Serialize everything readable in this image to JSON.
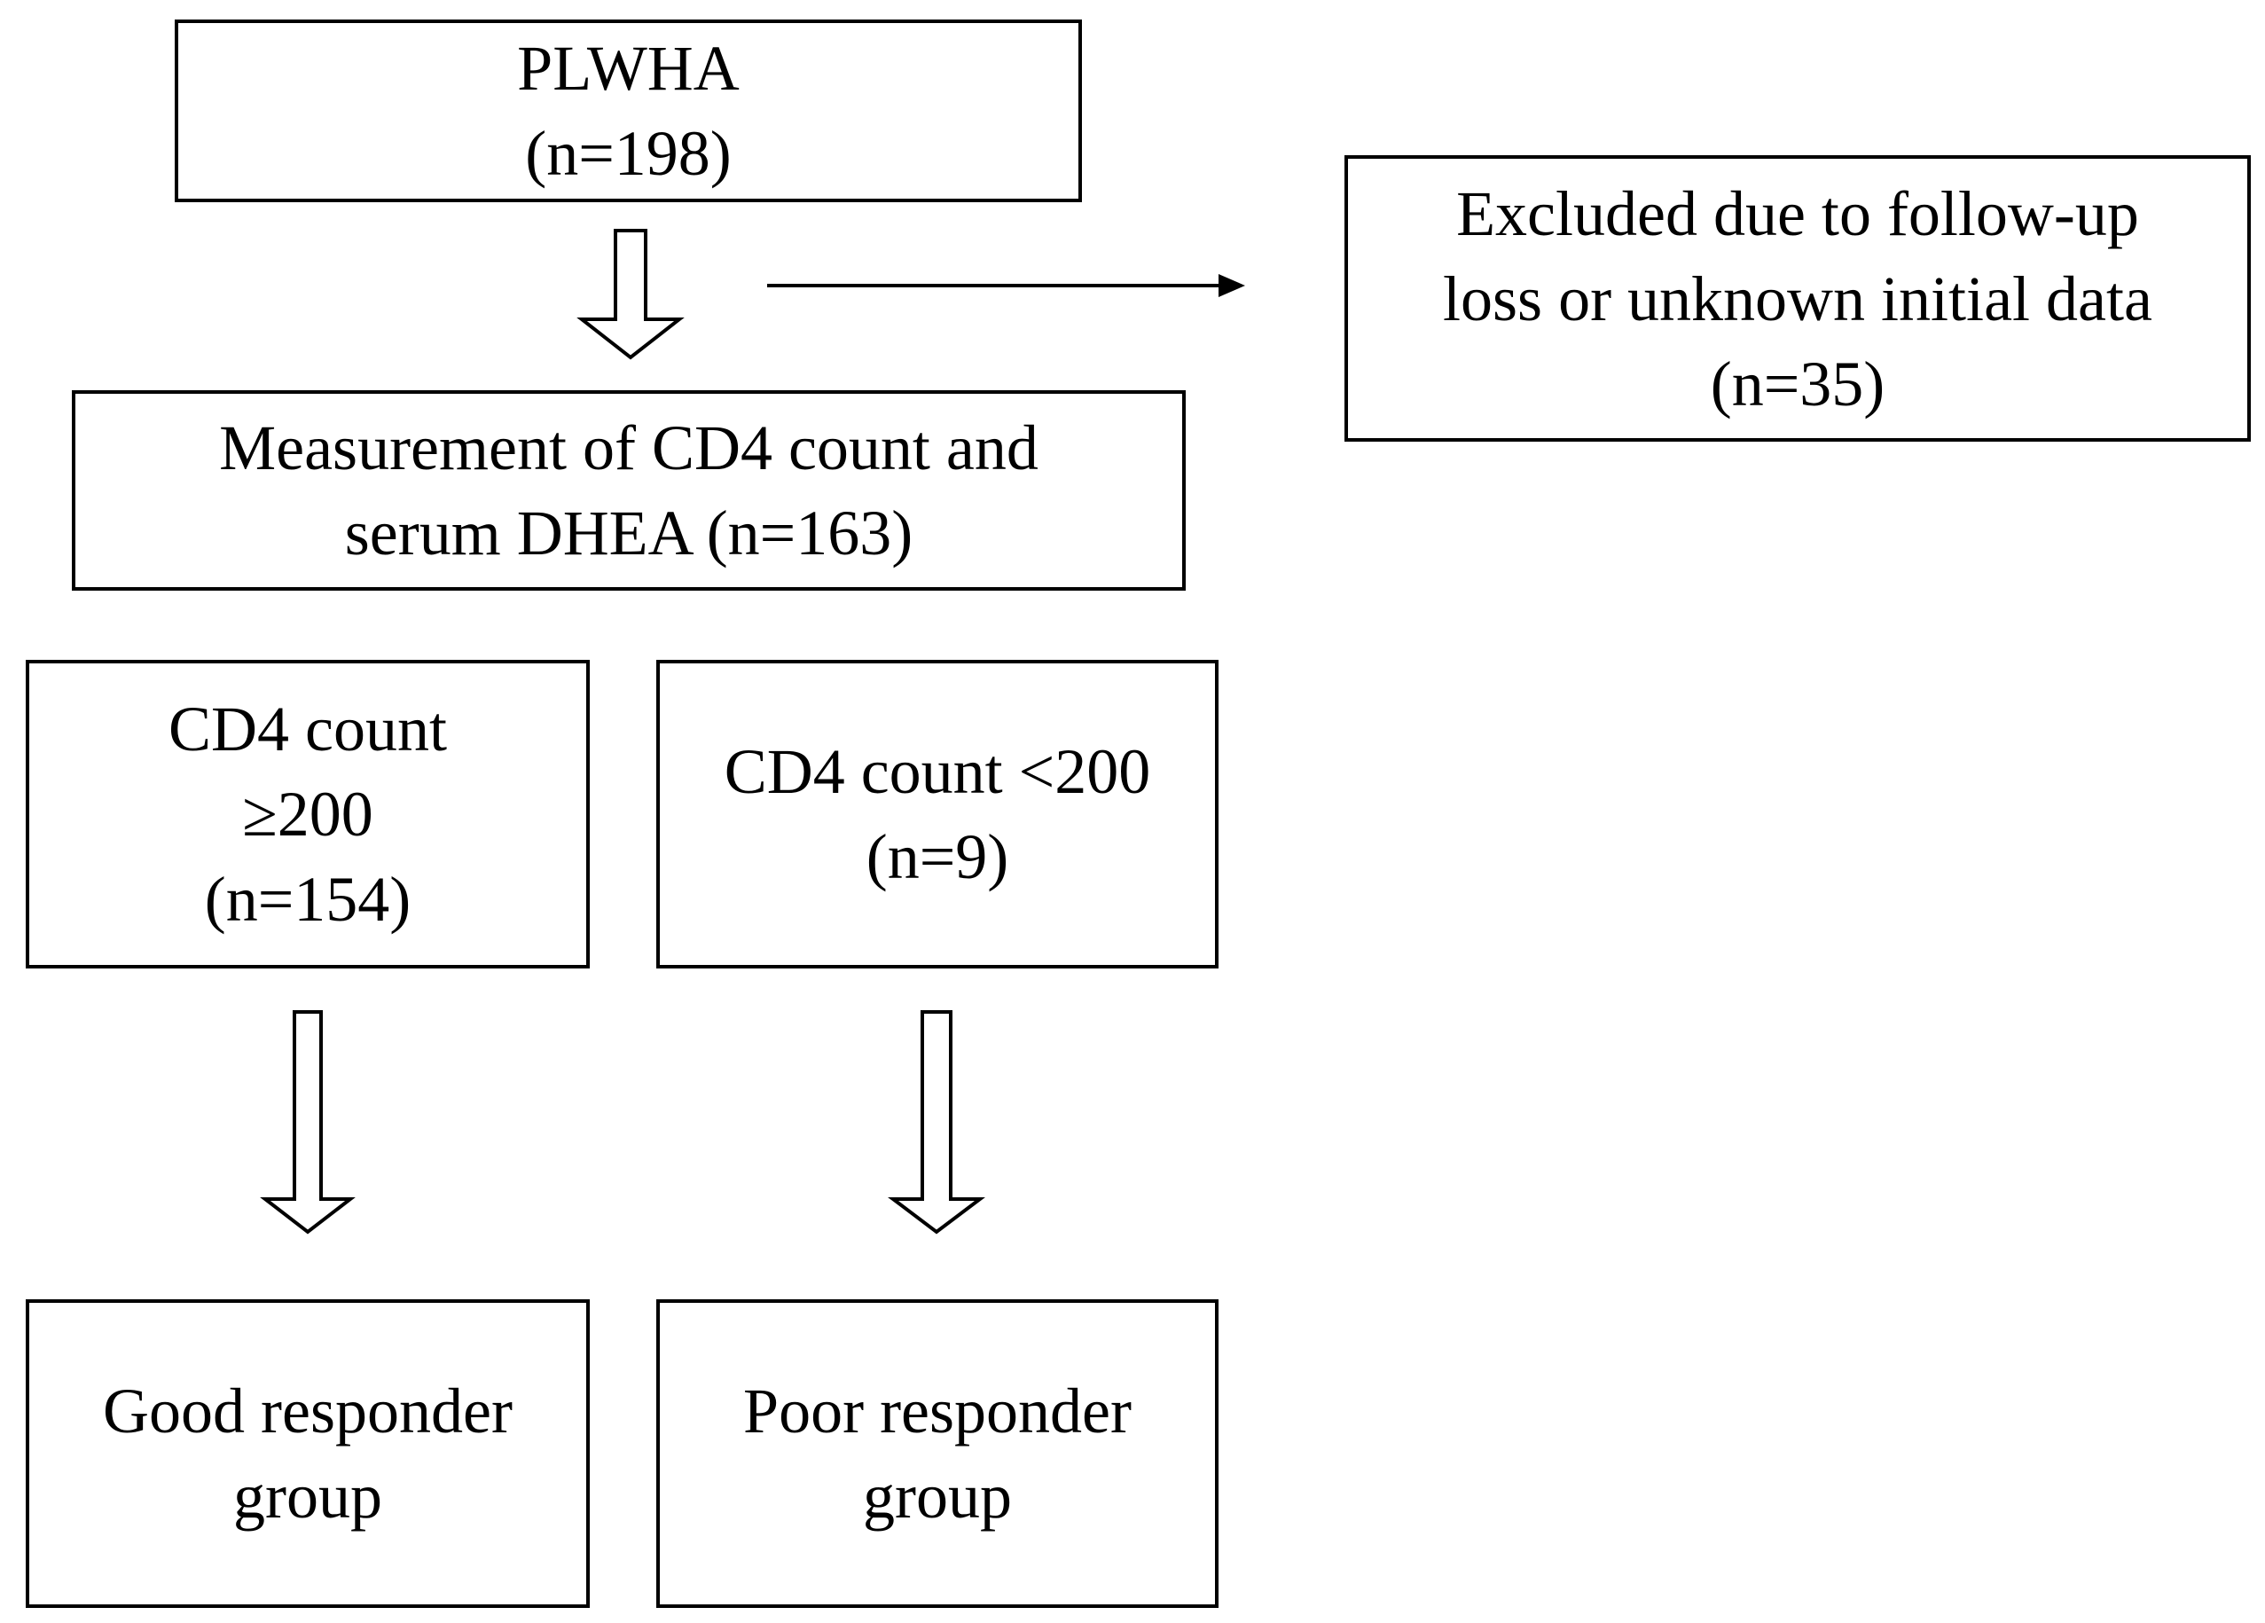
{
  "boxes": {
    "plwha": {
      "lines": [
        "PLWHA",
        "(n=198)"
      ]
    },
    "excluded": {
      "lines": [
        "Excluded due to follow-up",
        "loss or unknown initial data",
        "(n=35)"
      ]
    },
    "measurement": {
      "lines": [
        "Measurement of CD4 count and",
        "serum DHEA (n=163)"
      ]
    },
    "cd4_high": {
      "lines": [
        "CD4 count",
        "≥200",
        "(n=154)"
      ]
    },
    "cd4_low": {
      "lines": [
        "CD4 count <200",
        "(n=9)"
      ]
    },
    "good_group": {
      "lines": [
        "Good responder",
        "group"
      ]
    },
    "poor_group": {
      "lines": [
        "Poor responder",
        "group"
      ]
    }
  }
}
